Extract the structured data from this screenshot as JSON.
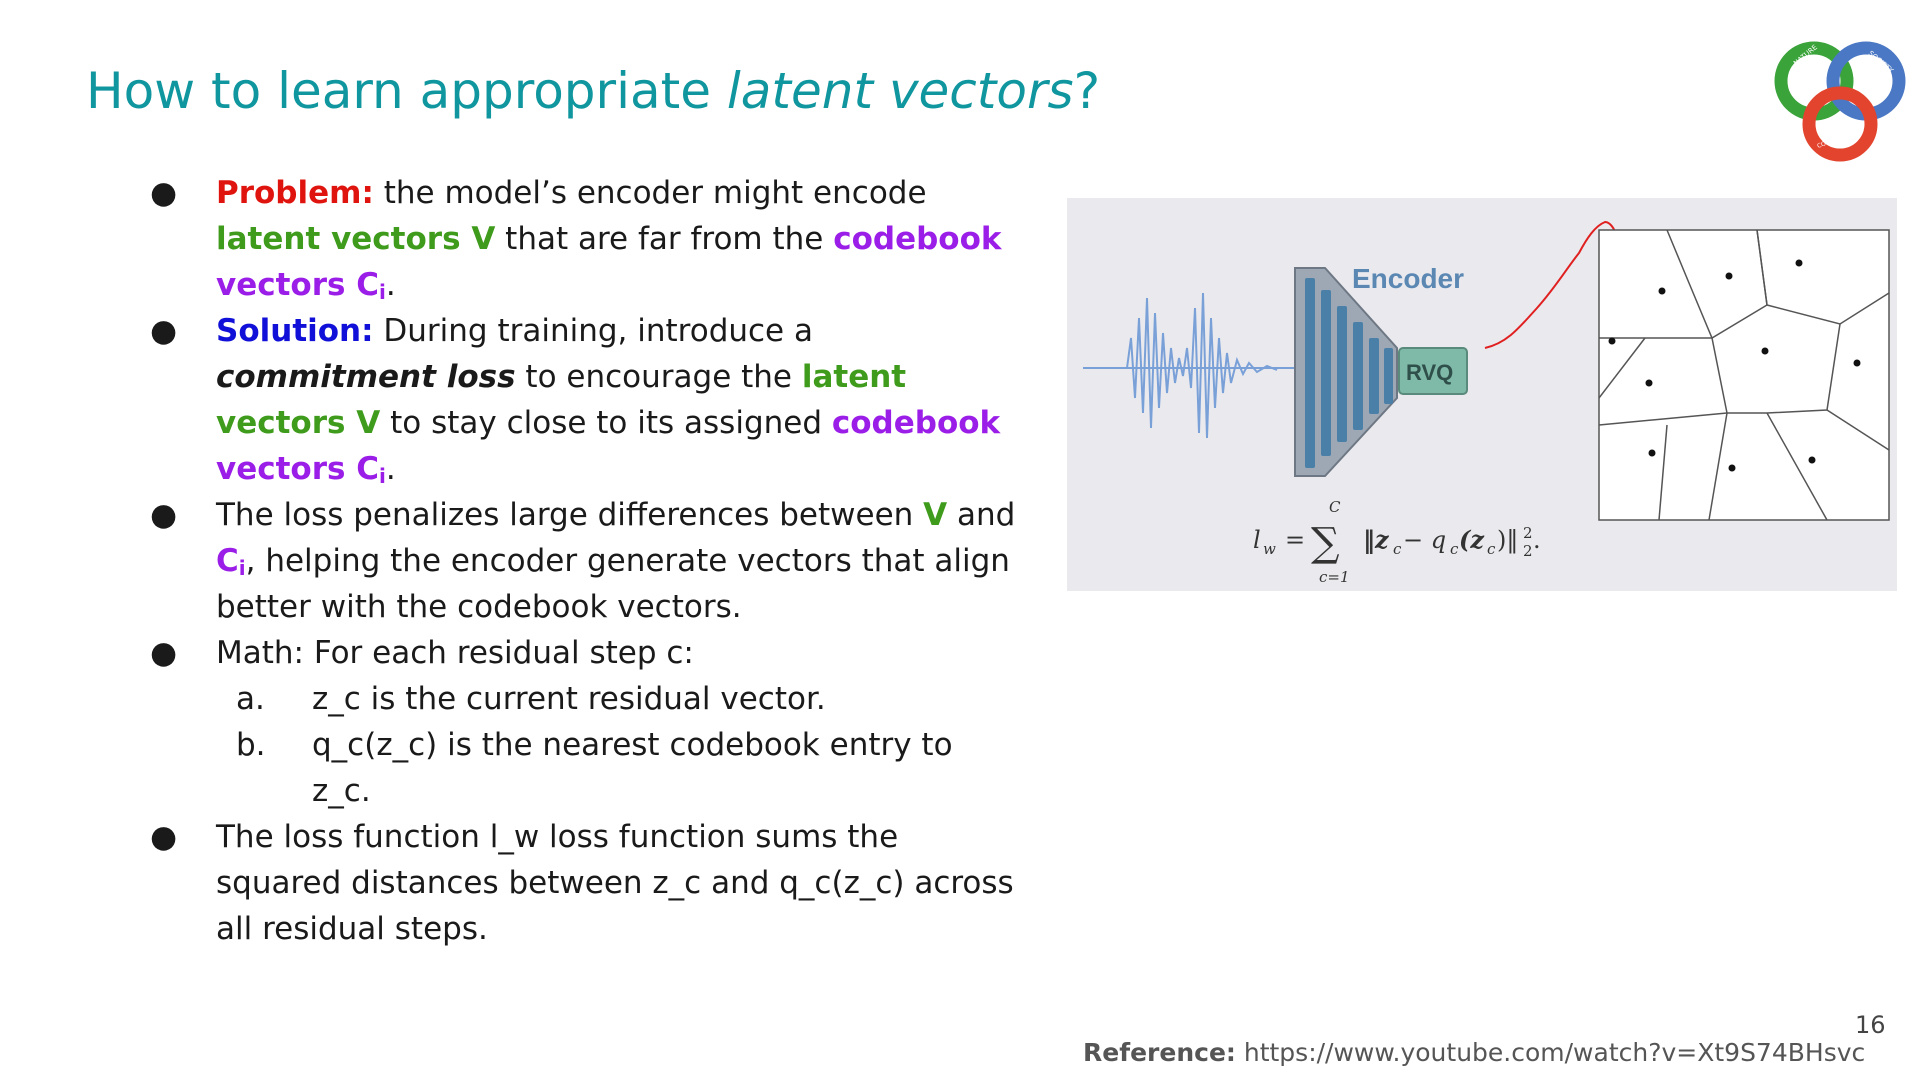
{
  "slide": {
    "title_plain": "How to learn appropriate ",
    "title_italic": "latent vectors",
    "title_end": "?",
    "page_number": "16"
  },
  "logo": {
    "top_left": "NATURE",
    "top_right": "SOCIETY",
    "bottom": "COMPUTATION"
  },
  "bullets": {
    "b1": {
      "label": "Problem:",
      "t1": " the model’s encoder might encode ",
      "g1": "latent vectors V",
      "t2": " that are far from the ",
      "p1": "codebook vectors C",
      "p1_sub": "i",
      "t3": "."
    },
    "b2": {
      "label": "Solution:",
      "t1": " During training, introduce a ",
      "bi": "commitment loss",
      "t2": " to encourage the ",
      "g1": "latent vectors V",
      "t3": " to stay close to its assigned ",
      "p1": "codebook vectors C",
      "p1_sub": "i",
      "t4": "."
    },
    "b3": {
      "t1": "The loss penalizes large differences between ",
      "g1": "V",
      "t2": " and ",
      "p1": "C",
      "p1_sub": "i",
      "t3": ", helping the encoder generate vectors that align better with the codebook vectors."
    },
    "b4": {
      "text": "Math: For each residual step c:",
      "a_mark": "a.",
      "a_text": "z_c is the current residual vector.",
      "b_mark": "b.",
      "b_text": "q_c(z_c) is the nearest codebook entry to z_c."
    },
    "b5": {
      "text": "The loss function l_w loss function sums the squared distances between z_c and q_c(z_c) across all residual steps."
    }
  },
  "figure": {
    "encoder_label": "Encoder",
    "rvq_label": "RVQ",
    "formula": {
      "lhs": "l",
      "lhs_sub": "w",
      "eq": "=",
      "sigma": "∑",
      "upper": "C",
      "lower": "c=1",
      "body": "‖z",
      "body_sub1": "c",
      "minus": " − q",
      "body_sub2": "c",
      "arg": "(z",
      "arg_sub": "c",
      "close": ")‖",
      "sup": "2",
      "sub": "2",
      "end": "."
    }
  },
  "reference": {
    "label": "Reference:",
    "url": "https://www.youtube.com/watch?v=Xt9S74BHsvc"
  },
  "colors": {
    "title": "#10969e",
    "problem": "#e0140f",
    "solution": "#1010d8",
    "latent": "#3f9b1b",
    "codebook": "#9b1ee8"
  }
}
